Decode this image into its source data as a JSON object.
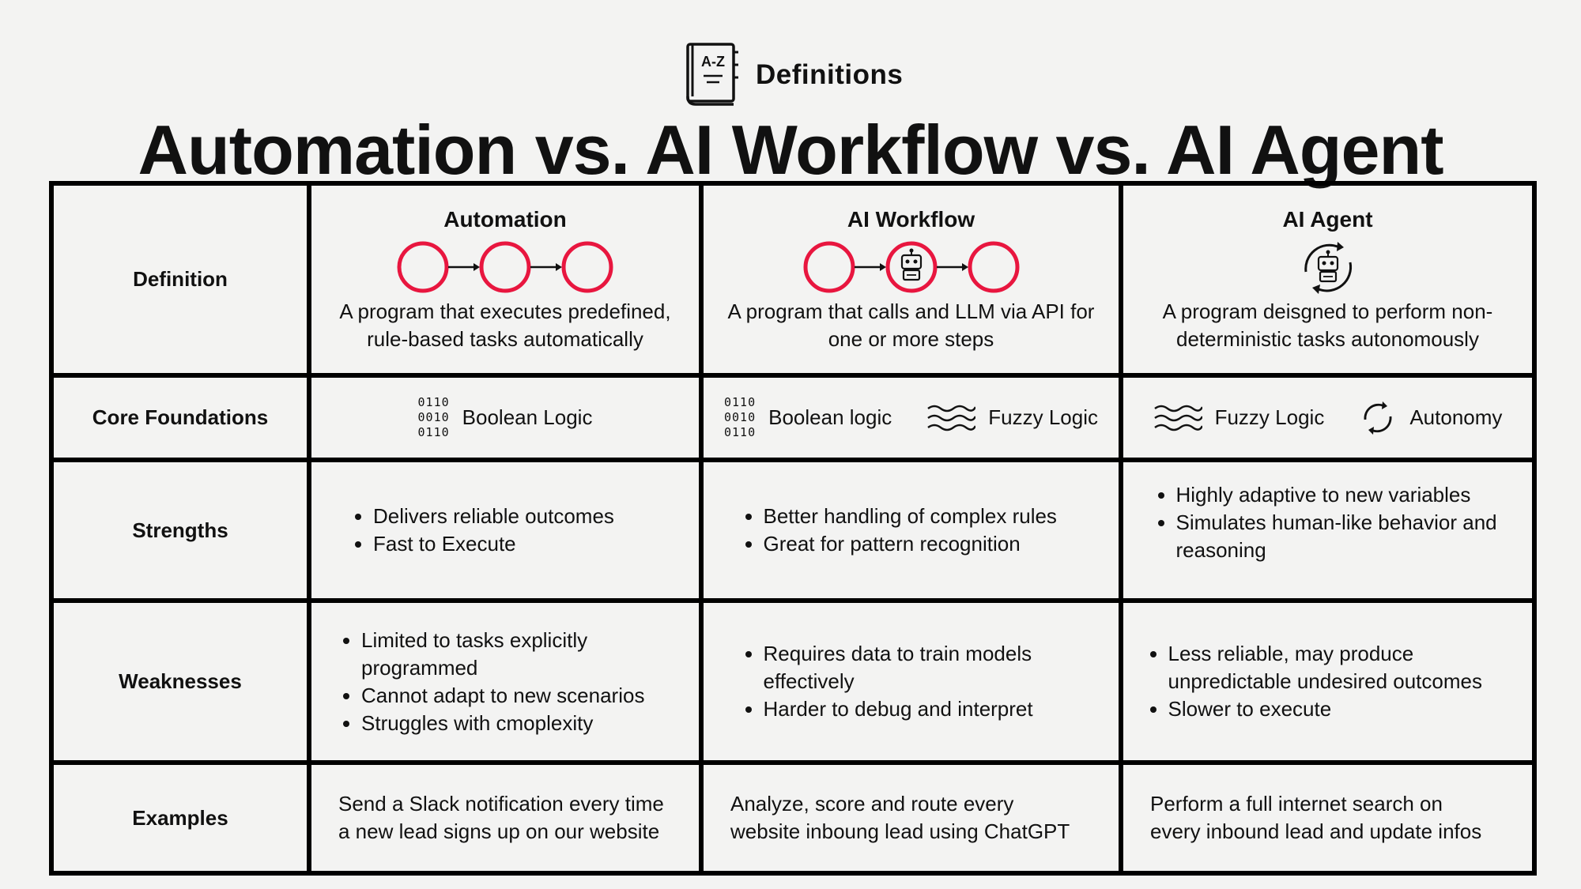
{
  "header": {
    "badge_label": "Definitions",
    "book_text": "A-Z"
  },
  "title": "Automation vs. AI Workflow vs. AI Agent",
  "columns": [
    {
      "title": "Automation",
      "definition": "A program that executes predefined, rule-based tasks automatically"
    },
    {
      "title": "AI Workflow",
      "definition": "A program that calls and LLM via API for one or more steps"
    },
    {
      "title": "AI Agent",
      "definition": "A program deisgned to perform non-deterministic tasks autonomously"
    }
  ],
  "rows": {
    "definition": "Definition",
    "core": "Core Foundations",
    "strengths": "Strengths",
    "weaknesses": "Weaknesses",
    "examples": "Examples"
  },
  "bits": {
    "line1": "0110",
    "line2": "0010",
    "line3": "0110"
  },
  "core_foundations": {
    "automation": [
      "Boolean Logic"
    ],
    "workflow": [
      "Boolean logic",
      "Fuzzy Logic"
    ],
    "agent": [
      "Fuzzy Logic",
      "Autonomy"
    ]
  },
  "strengths": {
    "automation": [
      "Delivers reliable outcomes",
      "Fast to Execute"
    ],
    "workflow": [
      "Better handling of complex rules",
      "Great for pattern recognition"
    ],
    "agent": [
      "Highly adaptive to new variables",
      "Simulates human-like behavior and reasoning"
    ]
  },
  "weaknesses": {
    "automation": [
      "Limited to tasks explicitly programmed",
      "Cannot adapt to new scenarios",
      "Struggles with cmoplexity"
    ],
    "workflow": [
      "Requires data to train models effectively",
      "Harder to debug and interpret"
    ],
    "agent": [
      "Less reliable, may produce unpredictable undesired outcomes",
      "Slower to execute"
    ]
  },
  "examples": {
    "automation": "Send a Slack notification every time a new lead signs up on  our website",
    "workflow": "Analyze, score and route every website inboung lead using ChatGPT",
    "agent": "Perform a full internet search on every inbound lead and update infos"
  },
  "colors": {
    "accent": "#e8163f",
    "border": "#000000",
    "background": "#f3f3f2"
  }
}
